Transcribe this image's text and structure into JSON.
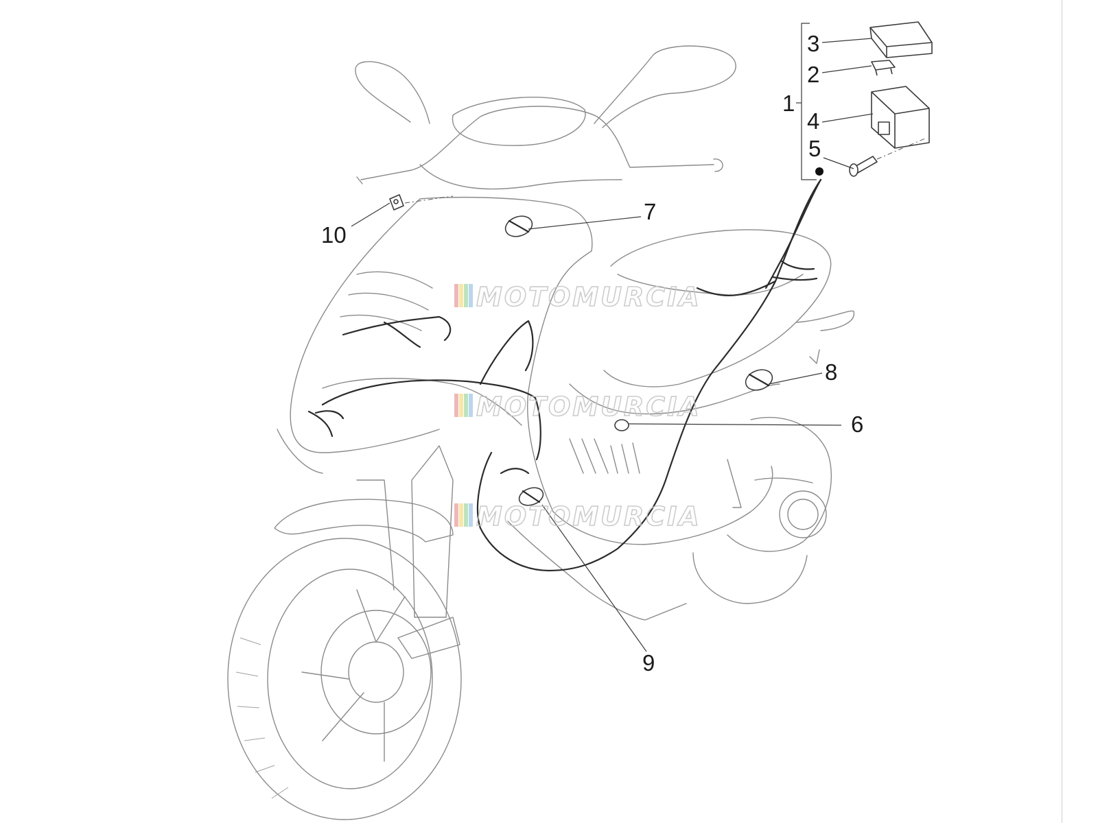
{
  "diagram": {
    "callouts": [
      {
        "id": "1",
        "label": "1"
      },
      {
        "id": "2",
        "label": "2"
      },
      {
        "id": "3",
        "label": "3"
      },
      {
        "id": "4",
        "label": "4"
      },
      {
        "id": "5",
        "label": "5"
      },
      {
        "id": "6",
        "label": "6"
      },
      {
        "id": "7",
        "label": "7"
      },
      {
        "id": "8",
        "label": "8"
      },
      {
        "id": "9",
        "label": "9"
      },
      {
        "id": "10",
        "label": "10"
      }
    ],
    "watermark": "MOTOMURCIA",
    "watermark_colors": [
      "#e8a0a0",
      "#f2e08a",
      "#a8d8a8",
      "#a0c8e8"
    ]
  }
}
